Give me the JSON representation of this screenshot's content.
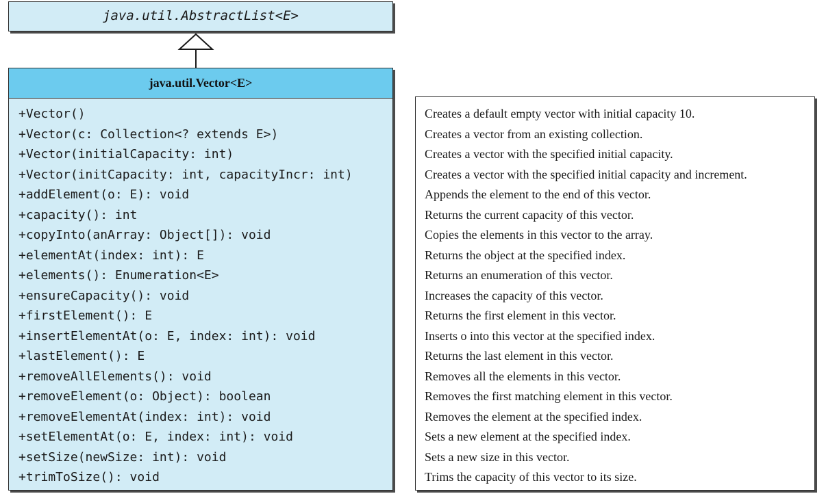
{
  "superclass": {
    "name": "java.util.AbstractList<E>"
  },
  "class": {
    "name": "java.util.Vector<E>",
    "members": [
      "+Vector()",
      "+Vector(c: Collection<? extends E>)",
      "+Vector(initialCapacity: int)",
      "+Vector(initCapacity: int, capacityIncr: int)",
      "+addElement(o: E): void",
      "+capacity(): int",
      "+copyInto(anArray: Object[]): void",
      "+elementAt(index: int): E",
      "+elements(): Enumeration<E>",
      "+ensureCapacity(): void",
      "+firstElement(): E",
      "+insertElementAt(o: E, index: int): void",
      "+lastElement(): E",
      "+removeAllElements(): void",
      "+removeElement(o: Object): boolean",
      "+removeElementAt(index: int): void",
      "+setElementAt(o: E, index: int): void",
      "+setSize(newSize: int): void",
      "+trimToSize(): void"
    ]
  },
  "descriptions": [
    "Creates a default empty vector with initial capacity 10.",
    "Creates a vector from an existing collection.",
    "Creates a vector with the specified initial capacity.",
    "Creates a vector with the specified initial capacity and increment.",
    "Appends the element to the end of this vector.",
    "Returns the current capacity of this vector.",
    "Copies the elements in this vector to the array.",
    "Returns the object at the specified index.",
    "Returns an enumeration of this vector.",
    "Increases the capacity of this vector.",
    "Returns the first element in this vector.",
    "Inserts o into this vector at the specified index.",
    "Returns the last element in this vector.",
    "Removes all the elements in this vector.",
    "Removes the first matching element in this vector.",
    "Removes the element at the specified index.",
    "Sets a new element at the specified index.",
    "Sets a new size in this vector.",
    "Trims the capacity of this vector to its size."
  ],
  "colors": {
    "class_body": "#d2ecf6",
    "class_header": "#6ccbee",
    "border": "#2a2a2a",
    "description_body": "#ffffff"
  }
}
